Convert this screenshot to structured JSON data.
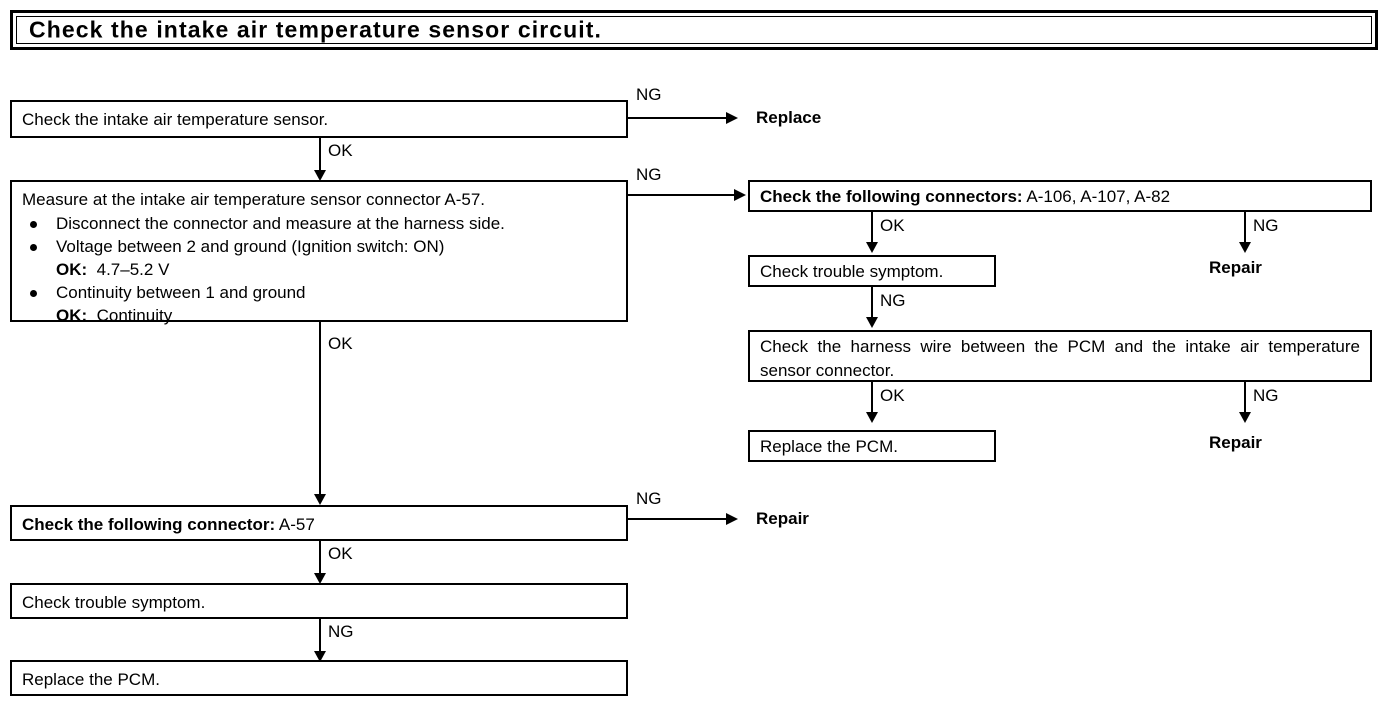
{
  "title": {
    "text": "Check the intake air temperature sensor circuit."
  },
  "flowchart": {
    "type": "diagnostic-flowchart",
    "left_branch": {
      "step1": {
        "text": "Check the intake air temperature sensor.",
        "ng_label": "NG",
        "ng_result": "Replace",
        "ok_label": "OK"
      },
      "step2": {
        "heading": "Measure at the intake air temperature sensor connector A-57.",
        "bullets": [
          "Disconnect the connector and measure at the harness side.",
          "Voltage between 2 and ground (Ignition switch: ON)",
          "Continuity between 1 and ground"
        ],
        "spec1_label": "OK:",
        "spec1_value": "4.7–5.2 V",
        "spec2_label": "OK:",
        "spec2_value": "Continuity",
        "ng_label": "NG",
        "ok_label": "OK"
      },
      "step3": {
        "bold_prefix": "Check the following connector:",
        "value": "A-57",
        "ng_label": "NG",
        "ng_result": "Repair",
        "ok_label": "OK"
      },
      "step4": {
        "text": "Check trouble symptom.",
        "ng_label": "NG"
      },
      "step5": {
        "text": "Replace the PCM."
      }
    },
    "right_branch": {
      "step1": {
        "bold_prefix": "Check the following connectors:",
        "value": "A-106, A-107, A-82",
        "ok_label": "OK",
        "ng_label": "NG",
        "ng_result": "Repair"
      },
      "step2": {
        "text": "Check trouble symptom.",
        "ng_label": "NG"
      },
      "step3": {
        "text": "Check the harness wire between the PCM and the intake air temperature sensor connector.",
        "ok_label": "OK",
        "ng_label": "NG",
        "ng_result": "Repair"
      },
      "step4": {
        "text": "Replace the PCM."
      }
    }
  }
}
